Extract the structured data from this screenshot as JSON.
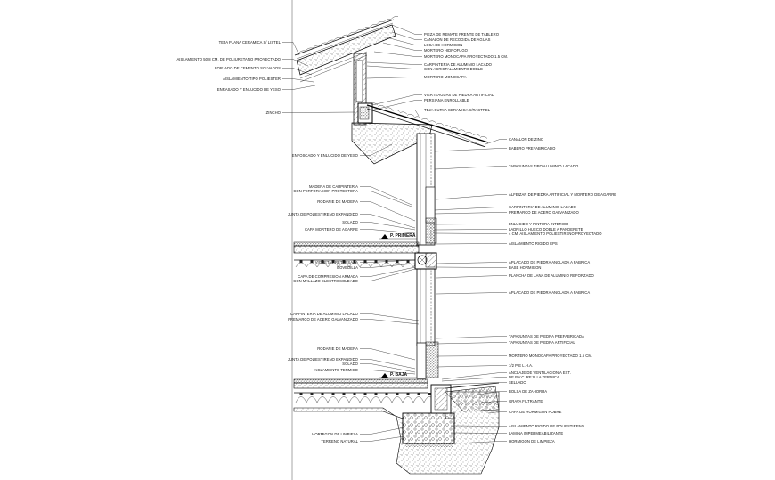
{
  "labels_left": [
    {
      "id": "l1",
      "text": "TEJA PLANA CERAMICA S/ LISTEL"
    },
    {
      "id": "l2",
      "text": "AISLAMIENTO 50 8 CM. DE POLIURETANO PROYECTADO"
    },
    {
      "id": "l3",
      "text": "FORJADO DE CEMENTO SOLVADOS"
    },
    {
      "id": "l4",
      "text": "AISLAMIENTO TIPO POLIESTER"
    },
    {
      "id": "l5",
      "text": "ENRASADO Y ENLUCIDO DE YESO"
    },
    {
      "id": "l6",
      "text": "ZINCHO"
    },
    {
      "id": "l7",
      "text": "ENFOSCADO Y ENLUCIDO DE YESO"
    },
    {
      "id": "l8",
      "text": "MADERA DE CARPINTERIA"
    },
    {
      "id": "l9",
      "text": "CON PERFORACION PROTECTORA"
    },
    {
      "id": "l10",
      "text": "RODAPIE DE MADERA"
    },
    {
      "id": "l11",
      "text": "JUNTA DE POLIESTIRENO EXPANDIDO"
    },
    {
      "id": "l12",
      "text": "SOLADO"
    },
    {
      "id": "l13",
      "text": "CAPA MORTERO DE AGARRE"
    },
    {
      "id": "l14",
      "text": "P. PRIMERA"
    },
    {
      "id": "l15",
      "text": "VIGUETA PRETENSADA"
    },
    {
      "id": "l16",
      "text": "BOVEDILLA"
    },
    {
      "id": "l17",
      "text": "CAPA DE COMPRESION ARMADA"
    },
    {
      "id": "l18",
      "text": "CON MALLAZO ELECTROSOLDADO"
    },
    {
      "id": "l19",
      "text": "CARPINTERIA DE ALUMINIO LACADO"
    },
    {
      "id": "l20",
      "text": "PREMARCO DE ACERO GALVANIZADO"
    },
    {
      "id": "l21",
      "text": "RODAPIE DE MADERA"
    },
    {
      "id": "l22",
      "text": "JUNTA DE POLIESTIRENO EXPANDIDO"
    },
    {
      "id": "l23",
      "text": "SOLADO"
    },
    {
      "id": "l24",
      "text": "AISLAMIENTO TERMICO"
    },
    {
      "id": "l25",
      "text": "P. BAJA"
    },
    {
      "id": "l26",
      "text": "HORMIGON DE LIMPIEZA"
    },
    {
      "id": "l27",
      "text": "TERRENO NATURAL"
    }
  ],
  "labels_right": [
    {
      "id": "r1",
      "text": "PIEZA DE REMATE FRENTE DE TABLERO"
    },
    {
      "id": "r2",
      "text": "CANALON DE RECOGIDA DE AGUAS"
    },
    {
      "id": "r3",
      "text": "LOSA DE HORMIGON"
    },
    {
      "id": "r4",
      "text": "MORTERO HIDROFUGO"
    },
    {
      "id": "r5",
      "text": "MORTERO MONOCAPA PROYECTADO 1.5 CM."
    },
    {
      "id": "r6",
      "text": "CARPINTERIA DE ALUMINIO LACADO"
    },
    {
      "id": "r7",
      "text": "CON ACRISTALAMIENTO DOBLE"
    },
    {
      "id": "r8",
      "text": "MORTERO MONOCAPA"
    },
    {
      "id": "r9",
      "text": "VIERTEAGUAS DE PIEDRA ARTIFICIAL"
    },
    {
      "id": "r10",
      "text": "PERSIANA ENROLLABLE"
    },
    {
      "id": "r11",
      "text": "TEJA CURVA CERAMICA S/RASTREL"
    },
    {
      "id": "r12",
      "text": "CANALON DE ZINC"
    },
    {
      "id": "r13",
      "text": "BABERO PREFABRICADO"
    },
    {
      "id": "r14",
      "text": "TAPAJUNTAS TIPO ALUMINIO LACADO"
    },
    {
      "id": "r15",
      "text": "ALFEIZAR DE PIEDRA ARTIFICIAL Y MORTERO DE AGARRE"
    },
    {
      "id": "r16",
      "text": "CARPINTERIA DE ALUMINIO LACADO"
    },
    {
      "id": "r17",
      "text": "PREMARCO DE ACERO GALVANIZADO"
    },
    {
      "id": "r18",
      "text": "ENLUCIDO Y PINTURA INTERIOR"
    },
    {
      "id": "r19",
      "text": "LADRILLO HUECO DOBLE A PANDERETE"
    },
    {
      "id": "r20",
      "text": "4 CM. AISLAMIENTO POLIESTIRENO PROYECTADO"
    },
    {
      "id": "r21",
      "text": "AISLAMIENTO RIGIDO EPS"
    },
    {
      "id": "r22",
      "text": "APLACADO DE PIEDRA ANCLADA A FABRICA"
    },
    {
      "id": "r23",
      "text": "BASE HORMIGON"
    },
    {
      "id": "r24",
      "text": "PLANCHA DE LANA DE ALUMINIO REFORZADO"
    },
    {
      "id": "r25",
      "text": "APLACADO DE PIEDRA ANCLADA A FABRICA"
    },
    {
      "id": "r26",
      "text": "TAPAJUNTAS DE PIEDRA PREFABRICADA"
    },
    {
      "id": "r27",
      "text": "TAPAJUNTAS DE PIEDRA ARTIFICIAL"
    },
    {
      "id": "r28",
      "text": "MORTERO MONOCAPA PROYECTADO 1.5 CM."
    },
    {
      "id": "r29",
      "text": "1/2 PIE L.H.A."
    },
    {
      "id": "r30",
      "text": "ANCLAJE DE VENTILACION A EXT."
    },
    {
      "id": "r31",
      "text": "DE P.V.C. REJILLA TERMICA"
    },
    {
      "id": "r32",
      "text": "SELLADO"
    },
    {
      "id": "r33",
      "text": "BOLSA DE ZAHORRA"
    },
    {
      "id": "r34",
      "text": "GRAVA FILTRANTE"
    },
    {
      "id": "r35",
      "text": "CAPA DE HORMIGON POBRE"
    },
    {
      "id": "r36",
      "text": "AISLAMIENTO RIGIDO DE POLIESTIRENO"
    },
    {
      "id": "r37",
      "text": "LAMINA IMPERMEABILIZANTE"
    },
    {
      "id": "r38",
      "text": "HORMIGON DE LIMPIEZA"
    }
  ]
}
